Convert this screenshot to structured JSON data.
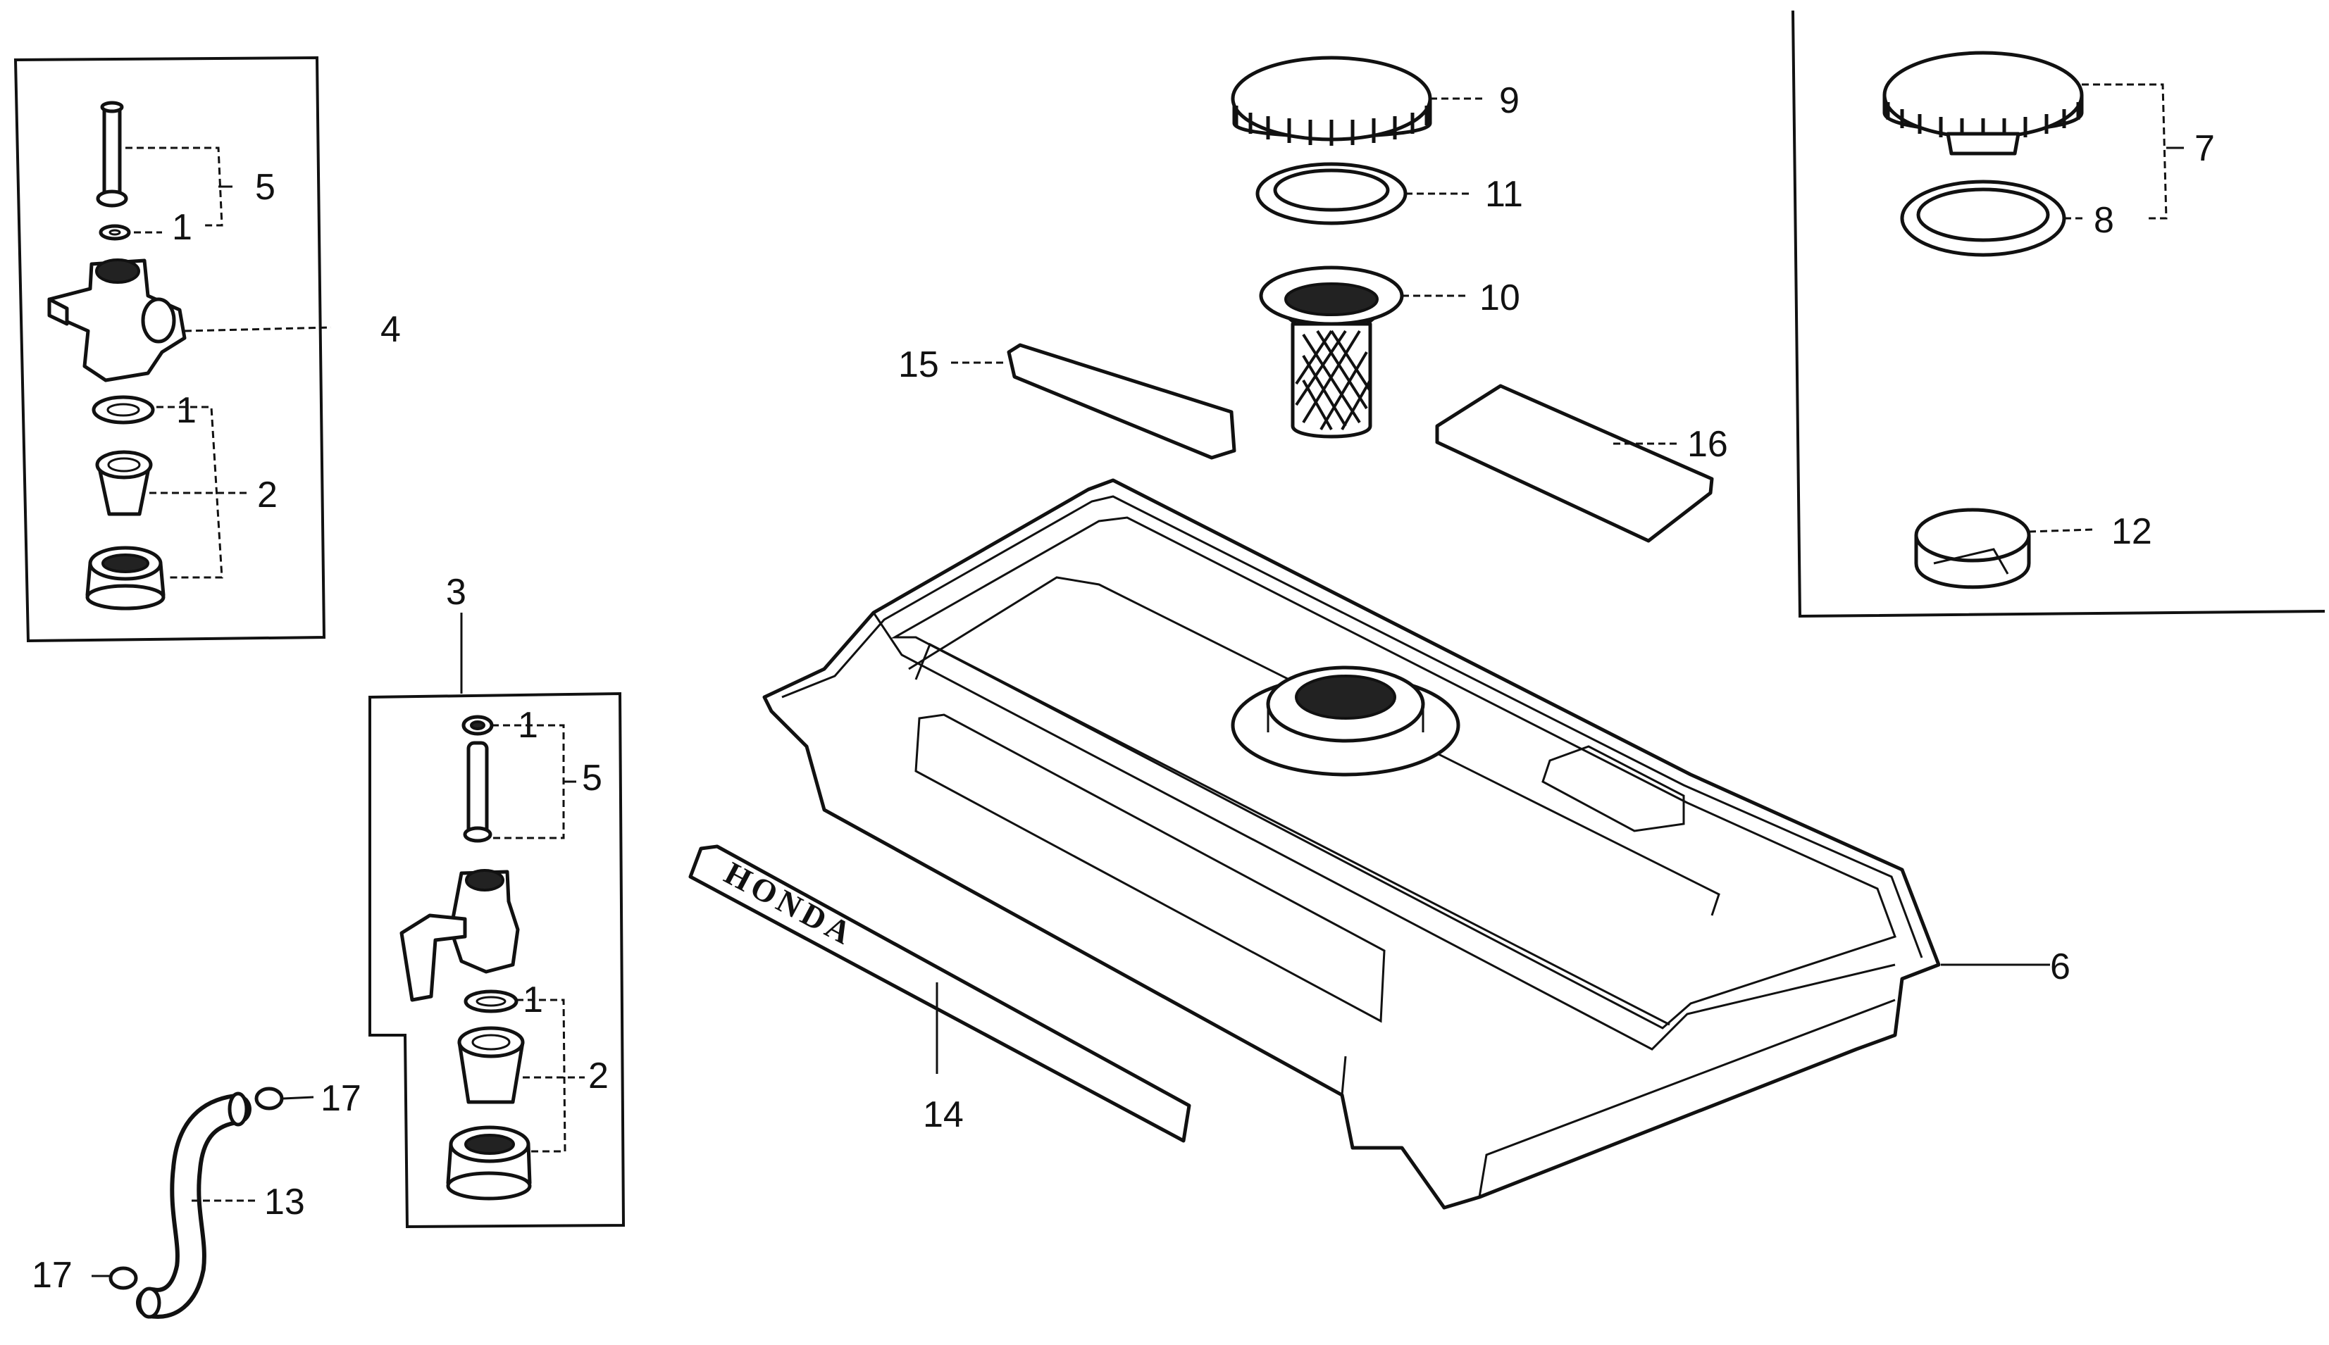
{
  "brand_decal_text": "HONDA",
  "callouts": {
    "c1_top": "1",
    "c5_top": "5",
    "c4": "4",
    "c1_mid": "1",
    "c2_top": "2",
    "c3": "3",
    "c1_b": "1",
    "c5_b": "5",
    "c1_c": "1",
    "c2_b": "2",
    "c17_top": "17",
    "c13": "13",
    "c17_bot": "17",
    "c9": "9",
    "c11": "11",
    "c10": "10",
    "c15": "15",
    "c16": "16",
    "c14": "14",
    "c6": "6",
    "c7": "7",
    "c8": "8",
    "c12": "12"
  }
}
